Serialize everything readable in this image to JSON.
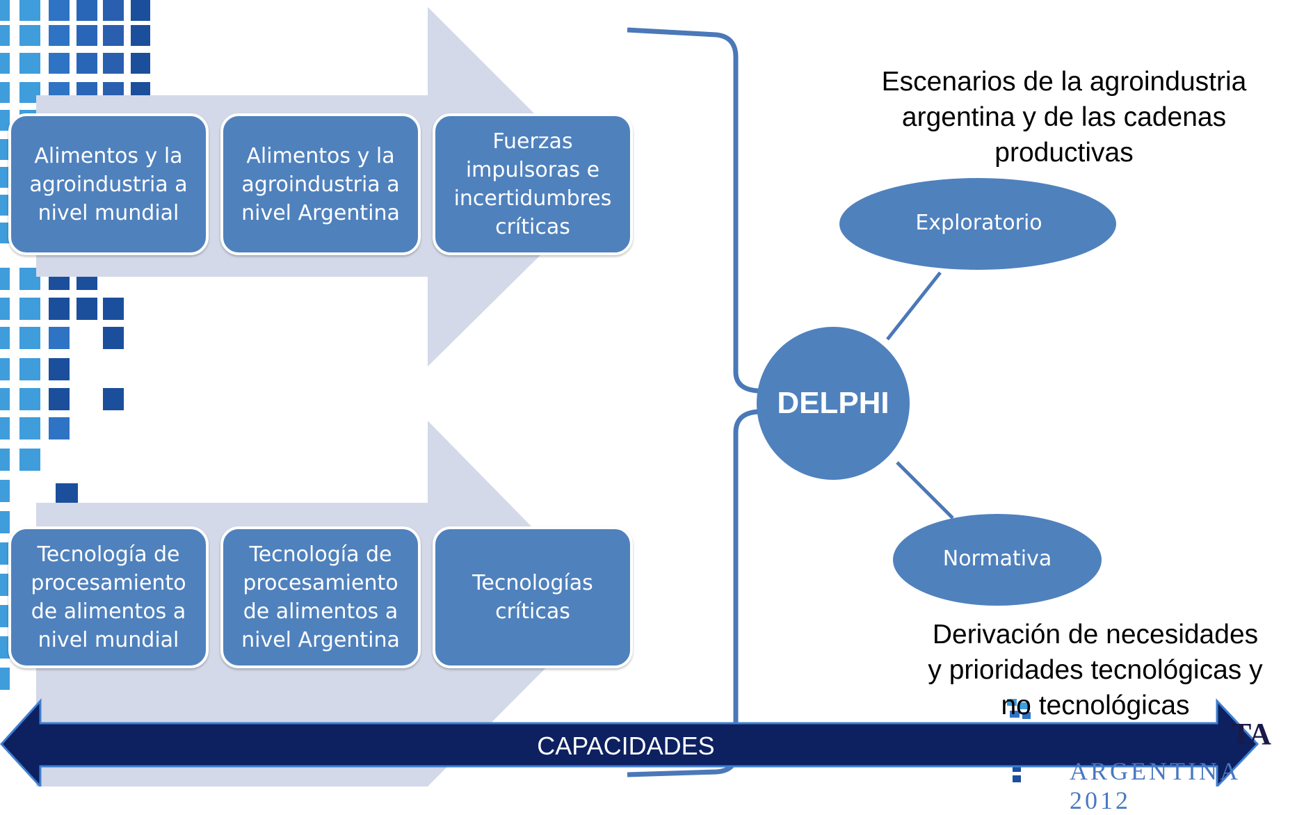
{
  "colors": {
    "box_fill": "#4f81bd",
    "chevron_fill": "#d3d9e8",
    "bracket_stroke": "#4a78b8",
    "arrow_fill": "#0d2060",
    "pixel_blue_dark": "#1b4f9c",
    "pixel_blue_light": "#3f9ddc"
  },
  "top_row": [
    {
      "label": "Alimentos y la\nagroindustria a\nnivel mundial"
    },
    {
      "label": "Alimentos y la\nagroindustria a\nnivel Argentina"
    },
    {
      "label": "Fuerzas\nimpulsoras e\nincertidumbres\ncríticas"
    }
  ],
  "bottom_row": [
    {
      "label": "Tecnología de\nprocesamiento\nde alimentos a\nnivel mundial"
    },
    {
      "label": "Tecnología de\nprocesamiento\nde alimentos a\nnivel Argentina"
    },
    {
      "label": "Tecnologías\ncríticas"
    }
  ],
  "delphi": {
    "label": "DELPHI"
  },
  "exploratorio": {
    "label": "Exploratorio"
  },
  "normativa": {
    "label": "Normativa"
  },
  "scenarios_text": "Escenarios de la agroindustria\nargentina y de las cadenas\nproductivas",
  "derivation_text": "Derivación de necesidades\ny prioridades tecnológicas y\nno tecnológicas",
  "capacidades": {
    "label": "CAPACIDADES"
  },
  "logo": {
    "text_partial": "TA",
    "year_text": "ARGENTINA 2012"
  }
}
